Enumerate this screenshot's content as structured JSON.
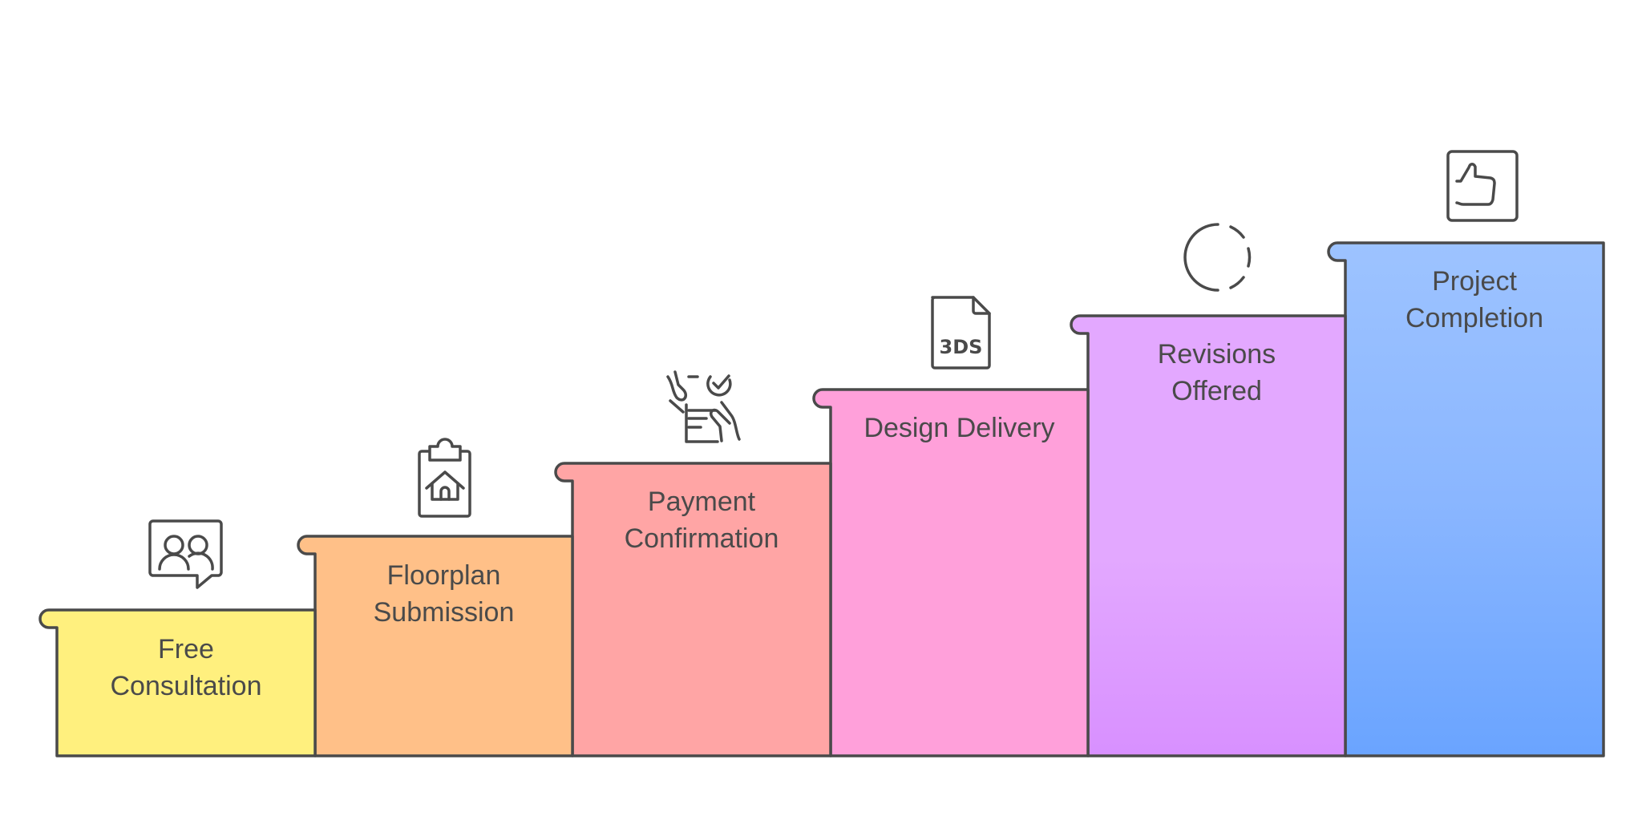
{
  "diagram": {
    "type": "staircase-process",
    "stroke_color": "#4a4a4a",
    "text_color": "#4a4a4a",
    "steps": [
      {
        "label_line1": "Free",
        "label_line2": "Consultation",
        "icon": "consultation-chat-icon",
        "fill_top": "#FFF07E",
        "fill_bottom": "#FFF07E"
      },
      {
        "label_line1": "Floorplan",
        "label_line2": "Submission",
        "icon": "clipboard-house-icon",
        "fill_top": "#FFC088",
        "fill_bottom": "#FFC088"
      },
      {
        "label_line1": "Payment",
        "label_line2": "Confirmation",
        "icon": "document-check-hands-icon",
        "fill_top": "#FFA5A5",
        "fill_bottom": "#FFA5A5"
      },
      {
        "label_line1": "Design Delivery",
        "label_line2": "",
        "icon": "3ds-file-icon",
        "fill_top": "#FFA0DA",
        "fill_bottom": "#FFA0DA"
      },
      {
        "label_line1": "Revisions",
        "label_line2": "Offered",
        "icon": "dashed-circle-icon",
        "fill_top": "#E3A8FF",
        "fill_bottom": "#D890FF"
      },
      {
        "label_line1": "Project",
        "label_line2": "Completion",
        "icon": "thumbs-up-icon",
        "fill_top": "#9DC3FF",
        "fill_bottom": "#6AA4FF"
      }
    ],
    "file_icon_text": "3DS"
  }
}
